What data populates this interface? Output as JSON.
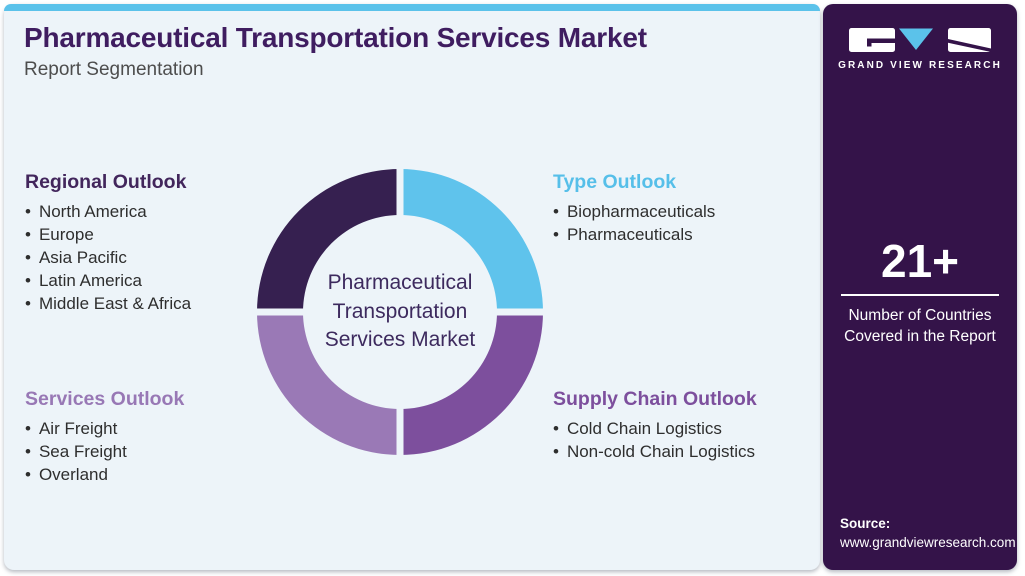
{
  "page": {
    "background": "#ffffff",
    "card_background": "#edf4f9",
    "accent_strip_color": "#5bc2ea"
  },
  "header": {
    "title": "Pharmaceutical Transportation Services Market",
    "subtitle": "Report Segmentation"
  },
  "chart_data": {
    "type": "pie",
    "subtype": "donut",
    "title": "Pharmaceutical Transportation Services Market",
    "center_label": {
      "line1": "Pharmaceutical",
      "line2": "Transportation",
      "line3": "Services Market"
    },
    "legend_position": "around-chart",
    "segments": [
      {
        "name": "Type Outlook",
        "value": 25,
        "color": "#5fc3ec",
        "position": "top-right"
      },
      {
        "name": "Supply Chain Outlook",
        "value": 25,
        "color": "#7d4f9d",
        "position": "bottom-right"
      },
      {
        "name": "Services Outlook",
        "value": 25,
        "color": "#9a79b6",
        "position": "bottom-left"
      },
      {
        "name": "Regional Outlook",
        "value": 25,
        "color": "#362050",
        "position": "top-left"
      }
    ]
  },
  "sections": [
    {
      "heading": "Regional Outlook",
      "color": "#42265c",
      "items": [
        "North America",
        "Europe",
        "Asia Pacific",
        "Latin America",
        "Middle East & Africa"
      ]
    },
    {
      "heading": "Type Outlook",
      "color": "#56bfe9",
      "items": [
        "Biopharmaceuticals",
        "Pharmaceuticals"
      ]
    },
    {
      "heading": "Services Outlook",
      "color": "#9878b5",
      "items": [
        "Air Freight",
        "Sea Freight",
        "Overland"
      ]
    },
    {
      "heading": "Supply Chain Outlook",
      "color": "#7d4f9d",
      "items": [
        "Cold Chain Logistics",
        "Non-cold Chain Logistics"
      ]
    }
  ],
  "sidebar": {
    "background": "#341349",
    "logo_caption": "GRAND VIEW RESEARCH",
    "stat": {
      "value": "21+",
      "caption_line1": "Number of Countries",
      "caption_line2": "Covered in the Report"
    },
    "source": {
      "label": "Source:",
      "url": "www.grandviewresearch.com"
    }
  }
}
